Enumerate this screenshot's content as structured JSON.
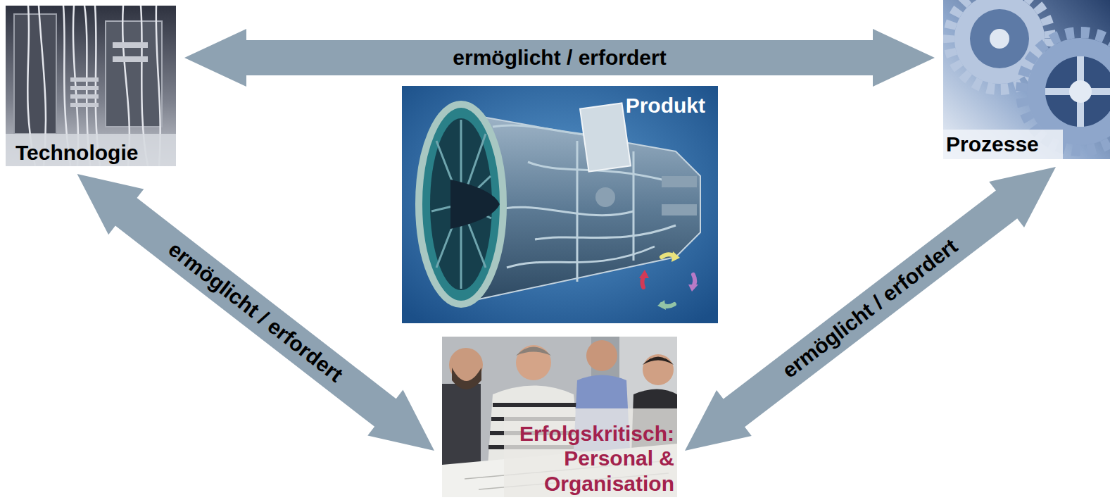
{
  "diagram": {
    "nodes": [
      {
        "text": [
          "Technologie"
        ]
      },
      {
        "text": [
          "Prozesse"
        ]
      },
      {
        "text": [
          "Produkt"
        ]
      },
      {
        "text": [
          "Erfolgskritisch: Personal & Organisation"
        ]
      }
    ],
    "edges": [
      {
        "from": 0,
        "to": 1,
        "label": "ermöglicht / erfordert",
        "arrow": "both"
      },
      {
        "from": 0,
        "to": 3,
        "label": "ermöglicht / erfordert",
        "arrow": "both"
      },
      {
        "from": 1,
        "to": 3,
        "label": "ermöglicht / erfordert",
        "arrow": "both"
      }
    ]
  }
}
